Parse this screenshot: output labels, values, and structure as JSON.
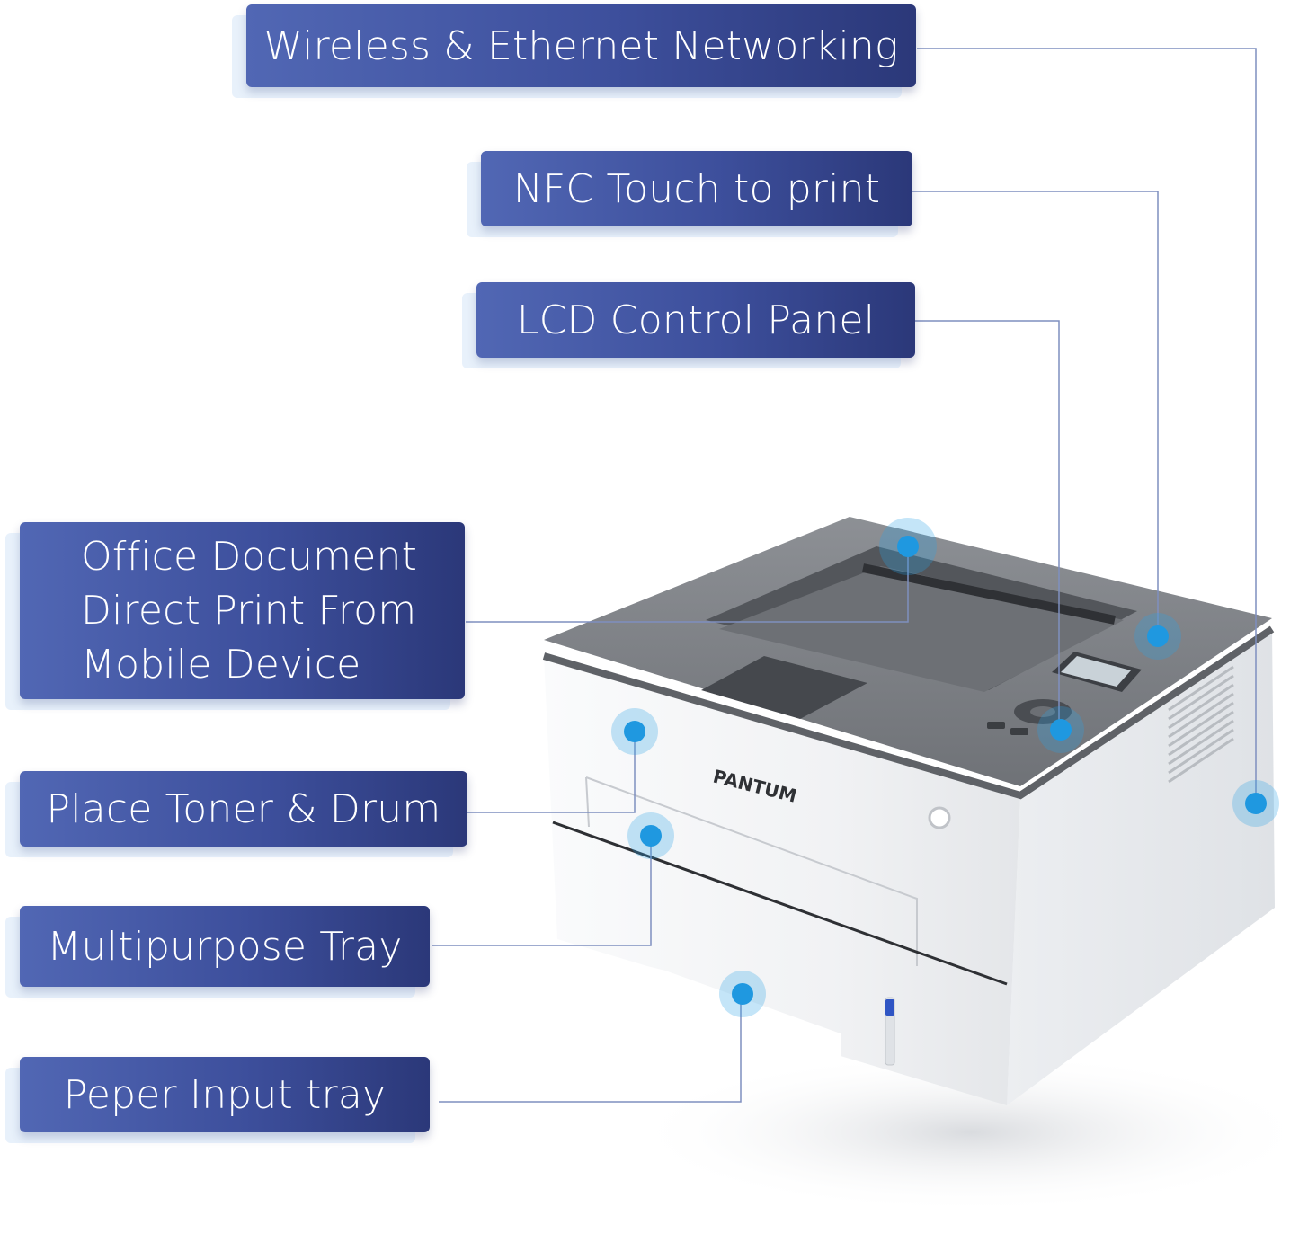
{
  "features": [
    {
      "id": "wireless",
      "label": "Wireless & Ethernet Networking"
    },
    {
      "id": "nfc",
      "label": "NFC Touch to print"
    },
    {
      "id": "lcd",
      "label": "LCD Control Panel"
    },
    {
      "id": "office",
      "label": "Office Document\nDirect Print From\nMobile Device"
    },
    {
      "id": "toner",
      "label": "Place Toner & Drum"
    },
    {
      "id": "multipurpose",
      "label": "Multipurpose Tray"
    },
    {
      "id": "paper",
      "label": "Peper Input tray"
    }
  ],
  "printer": {
    "brand": "PANTUM"
  },
  "colors": {
    "label_start": "#5167b4",
    "label_end": "#2b3879",
    "leader_line": "#7f8fbf",
    "hotspot": "#2aa3e6",
    "printer_body": "#f4f5f6",
    "printer_top": "#7a7d82"
  }
}
